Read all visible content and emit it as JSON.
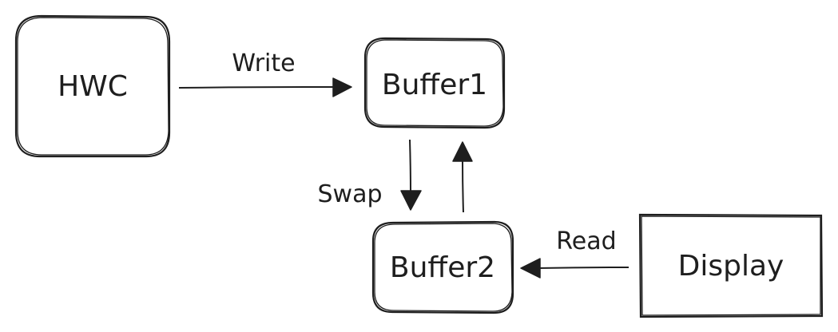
{
  "nodes": {
    "hwc": {
      "label": "HWC"
    },
    "buffer1": {
      "label": "Buffer1"
    },
    "buffer2": {
      "label": "Buffer2"
    },
    "display": {
      "label": "Display"
    }
  },
  "edges": {
    "write": {
      "label": "Write"
    },
    "swap": {
      "label": "Swap"
    },
    "read": {
      "label": "Read"
    },
    "return": {
      "label": ""
    }
  },
  "style": {
    "stroke_color": "#1e1e1e",
    "background": "#ffffff"
  }
}
